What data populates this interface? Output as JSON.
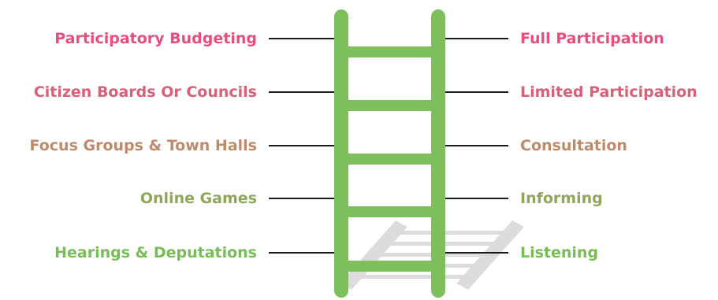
{
  "colors": {
    "ladder": "#7dbe5d",
    "shadow": "#dcdcdc",
    "connector": "#1a1a1a",
    "rung_colors": [
      "#e84e7b",
      "#d8617a",
      "#bd8a6c",
      "#8fa75a",
      "#76bd55"
    ]
  },
  "rungs": [
    {
      "left_label": "Participatory Budgeting",
      "right_label": "Full Participation"
    },
    {
      "left_label": "Citizen Boards Or Councils",
      "right_label": "Limited Participation"
    },
    {
      "left_label": "Focus Groups & Town Halls",
      "right_label": "Consultation"
    },
    {
      "left_label": "Online Games",
      "right_label": "Informing"
    },
    {
      "left_label": "Hearings & Deputations",
      "right_label": "Listening"
    }
  ]
}
